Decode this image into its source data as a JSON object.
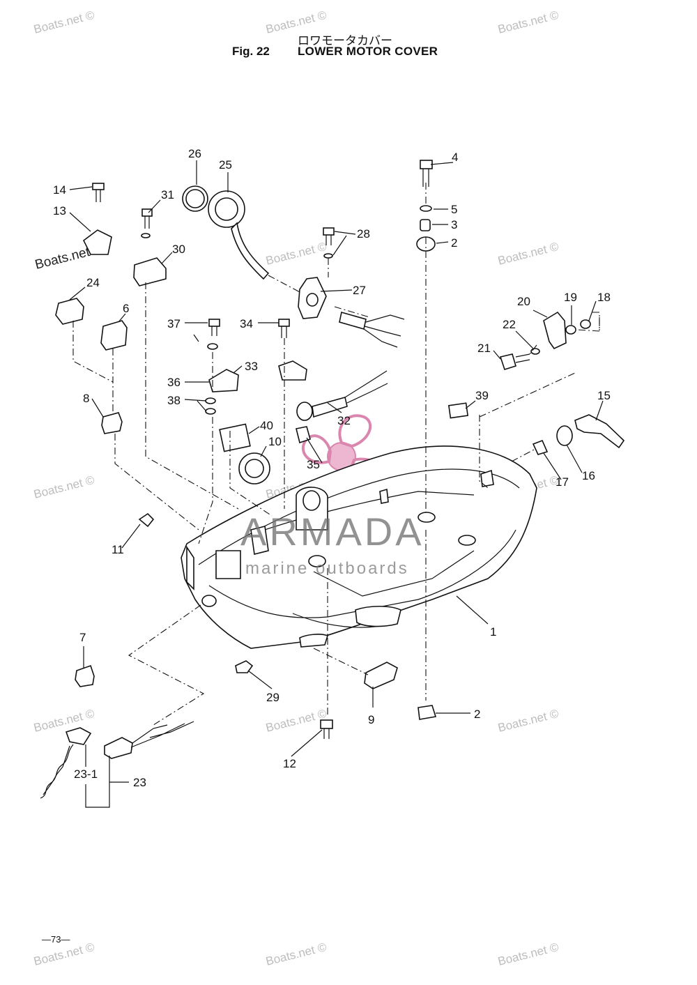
{
  "header": {
    "title_jp": "ロワモータカバー",
    "fig_label": "Fig. 22",
    "title_en": "LOWER MOTOR COVER"
  },
  "callouts": [
    {
      "id": "c26",
      "text": "26"
    },
    {
      "id": "c25",
      "text": "25"
    },
    {
      "id": "c4",
      "text": "4"
    },
    {
      "id": "c14",
      "text": "14"
    },
    {
      "id": "c31",
      "text": "31"
    },
    {
      "id": "c13",
      "text": "13"
    },
    {
      "id": "c28",
      "text": "28"
    },
    {
      "id": "c5",
      "text": "5"
    },
    {
      "id": "c3",
      "text": "3"
    },
    {
      "id": "c2a",
      "text": "2"
    },
    {
      "id": "c30",
      "text": "30"
    },
    {
      "id": "c27",
      "text": "27"
    },
    {
      "id": "c24",
      "text": "24"
    },
    {
      "id": "c6",
      "text": "6"
    },
    {
      "id": "c20",
      "text": "20"
    },
    {
      "id": "c19",
      "text": "19"
    },
    {
      "id": "c18",
      "text": "18"
    },
    {
      "id": "c37",
      "text": "37"
    },
    {
      "id": "c34",
      "text": "34"
    },
    {
      "id": "c22",
      "text": "22"
    },
    {
      "id": "c21",
      "text": "21"
    },
    {
      "id": "c33",
      "text": "33"
    },
    {
      "id": "c36",
      "text": "36"
    },
    {
      "id": "c8",
      "text": "8"
    },
    {
      "id": "c38",
      "text": "38"
    },
    {
      "id": "c39",
      "text": "39"
    },
    {
      "id": "c15",
      "text": "15"
    },
    {
      "id": "c32",
      "text": "32"
    },
    {
      "id": "c40",
      "text": "40"
    },
    {
      "id": "c10",
      "text": "10"
    },
    {
      "id": "c35",
      "text": "35"
    },
    {
      "id": "c16",
      "text": "16"
    },
    {
      "id": "c17",
      "text": "17"
    },
    {
      "id": "c11",
      "text": "11"
    },
    {
      "id": "c1",
      "text": "1"
    },
    {
      "id": "c7",
      "text": "7"
    },
    {
      "id": "c29",
      "text": "29"
    },
    {
      "id": "c9",
      "text": "9"
    },
    {
      "id": "c2b",
      "text": "2"
    },
    {
      "id": "c12",
      "text": "12"
    },
    {
      "id": "c23-1",
      "text": "23-1"
    },
    {
      "id": "c23",
      "text": "23"
    }
  ],
  "watermarks": {
    "site": "Boats.net ©",
    "brand_main": "ARMADA",
    "brand_sub": "marine outboards"
  },
  "footer": {
    "page_number": "—73—"
  }
}
